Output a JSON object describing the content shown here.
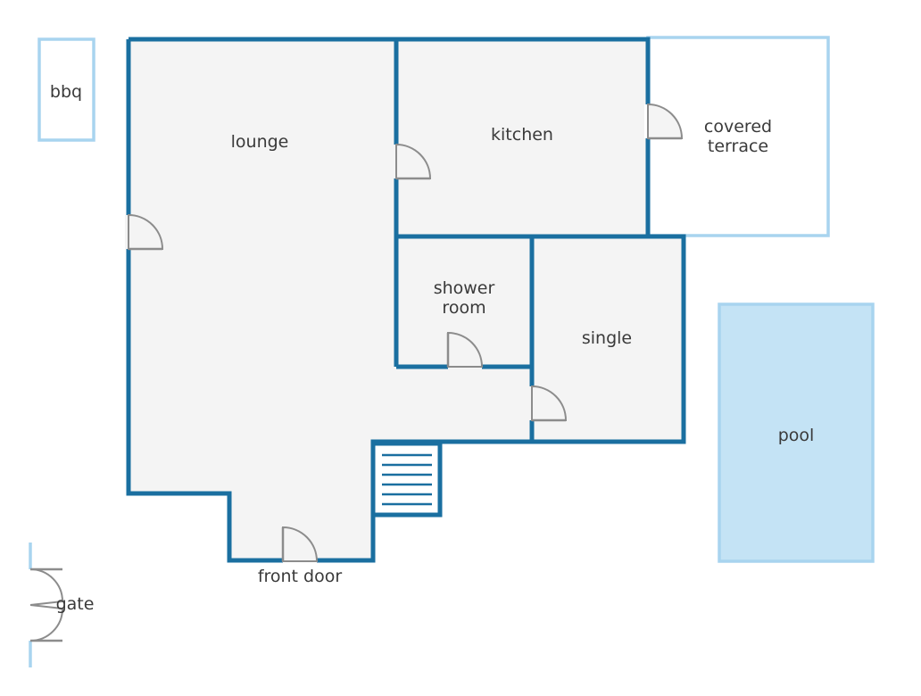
{
  "rooms": {
    "bbq": "bbq",
    "lounge": "lounge",
    "kitchen": "kitchen",
    "covered_terrace_line1": "covered",
    "covered_terrace_line2": "terrace",
    "shower_room_line1": "shower",
    "shower_room_line2": "room",
    "single": "single",
    "pool": "pool",
    "front_door": "front door",
    "gate": "gate"
  },
  "colors": {
    "wall": "#1a6fa0",
    "outdoor_outline": "#a8d4ef",
    "pool_fill": "#c4e3f5",
    "floor": "#f4f4f4",
    "door": "#8c8c8c"
  }
}
